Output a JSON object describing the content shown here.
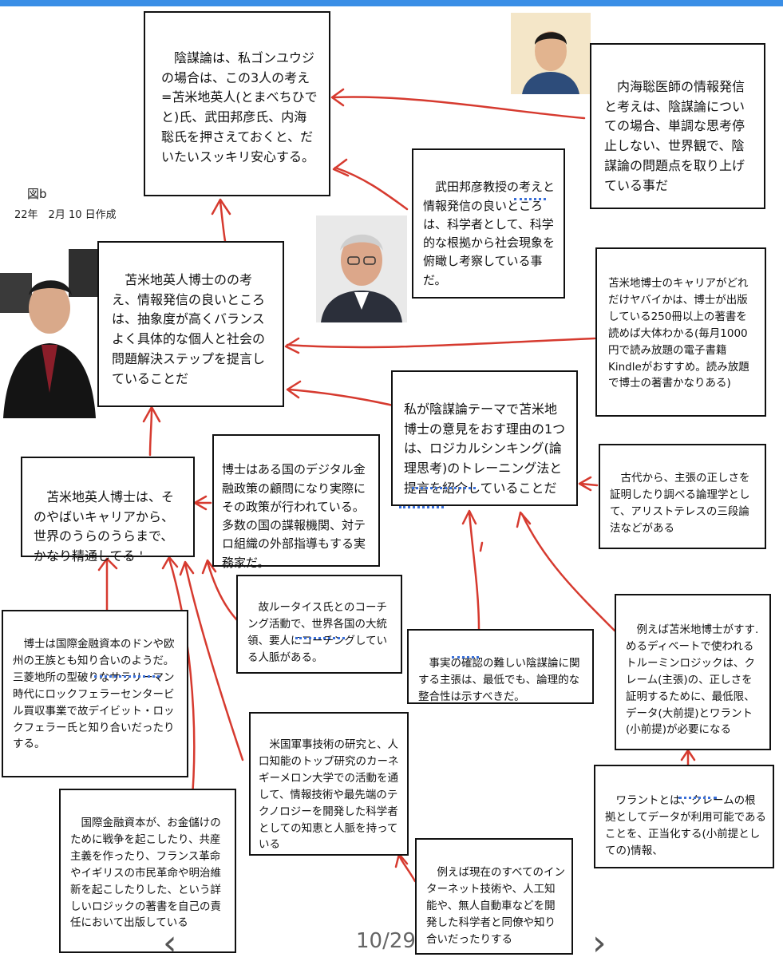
{
  "figure_label": "図b",
  "created_date": "22年　2月 10 日作成",
  "boxes": {
    "conspiracy_main": "　陰謀論は、私ゴンユウジの場合は、この3人の考え=苫米地英人(とまべちひでと)氏、武田邦彦氏、内海聡氏を押さえておくと、だいたいスッキリ安心する。",
    "utsumi": "　内海聡医師の情報発信と考えは、陰謀論についての場合、単調な思考停止しない、世界観で、陰謀論の問題点を取り上げている事だ",
    "takeda": "　武田邦彦教授の考えと情報発信の良いところは、科学者として、科学的な根拠から社会現象を俯瞰し考察している事だ。",
    "tomabechi_good": "　苫米地英人博士のの考え、情報発信の良いところは、抽象度が高くバランスよく具体的な個人と社会の問題解決ステップを提言していることだ",
    "career_books": "苫米地博士のキャリアがどれだけヤバイかは、博士が出版している250冊以上の著書を読めば大体わかる(毎月1000円で読み放題の電子書籍Kindleがおすすめ。読み放題で博士の著書かなりある)",
    "reason_logical": "私が陰謀論テーマで苫米地博士の意見をおす理由の1つは、ロジカルシンキング(論理思考)のトレーニング法と提言を紹介していることだ",
    "digital_finance": "博士はある国のデジタル金融政策の顧問になり実際にその政策が行われている。多数の国の諜報機関、対テロ組織の外部指導もする実務家だ。",
    "career_world": "　苫米地英人博士は、そのやばいキャリアから、世界のうらのうらまで、かなり精通してる '",
    "aristotle": "　古代から、主張の正しさを証明したり調べる論理学として、アリストテレスの三段論法などがある",
    "louis_tyce": "　故ルータイス氏とのコーチング活動で、世界各国の大統領、要人にコーチングしている人脈がある。",
    "fact_check": "　事実の確認の難しい陰謀論に関する主張は、最低でも、論理的な整合性は示すべきだ。",
    "toulmin": "　例えば苫米地博士がすす. めるディベートで使われるトルーミンロジックは、クレーム(主張)の、正しさを証明するために、最低限、データ(大前提)とワラント(小前提)が必要になる",
    "intl_finance_friends": "　博士は国際金融資本のドンや欧州の王族とも知り合いのようだ。三菱地所の型破りなサラリーマン時代にロックフェラーセンタービル買収事業で故デイビット・ロックフェラー氏と知り合いだったりする。",
    "cmu": "　米国軍事技術の研究と、人口知能のトップ研究のカーネギーメロン大学での活動を通して、情報技術や最先端のテクノロジーを開発した科学者としての知恵と人脈を持っている",
    "warrant": "　ワラントとは、クレームの根拠としてデータが利用可能であることを、正当化する(小前提としての)情報、",
    "intl_finance_wars": "　国際金融資本が、お金儲けのために戦争を起こしたり、共産主義を作ったり、フランス革命やイギリスの市民革命や明治維新を起こしたりした、という詳しいロジックの著書を自己の責任において出版している",
    "internet_tech": "　例えば現在のすべてのインターネット技術や、人工知能や、無人自動車などを開発した科学者と同僚や知り合いだったりする"
  },
  "pager": {
    "text": "10/29",
    "prev": "‹",
    "next": "›"
  },
  "colors": {
    "arrow": "#d63a2f",
    "border": "#111111",
    "topbar": "#3a8ee6",
    "spellcheck": "#3a6fd8"
  }
}
